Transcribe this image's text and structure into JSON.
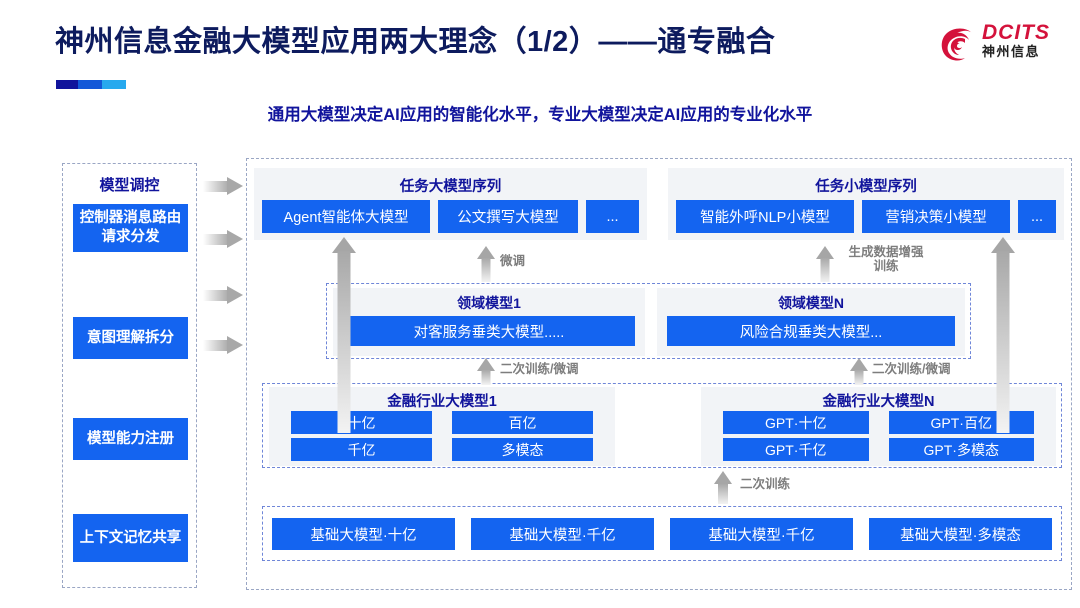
{
  "header": {
    "title": "神州信息金融大模型应用两大理念（1/2）——通专融合",
    "subtitle": "通用大模型决定AI应用的智能化水平，专业大模型决定AI应用的专业化水平",
    "logo": {
      "en": "DCITS",
      "cn": "神州信息",
      "mark": "dcits-swirl-icon",
      "color": "#d4123b"
    }
  },
  "colors": {
    "brand_blue": "#11149c",
    "chip_blue": "#1464f0",
    "panel_gray": "#f2f4f7",
    "arrow_gray": "#a8a8a8",
    "dashed_border": "#6f86d8"
  },
  "sidebar": {
    "title": "模型调控",
    "items": [
      {
        "label": "控制器消息路由请求分发"
      },
      {
        "label": "意图理解拆分"
      },
      {
        "label": "模型能力注册"
      },
      {
        "label": "上下文记忆共享"
      }
    ],
    "connector_icons": [
      "arrow-right-icon",
      "arrow-right-icon",
      "arrow-right-icon",
      "arrow-right-icon"
    ]
  },
  "task_sequences": [
    {
      "title": "任务大模型序列",
      "chips": [
        "Agent智能体大模型",
        "公文撰写大模型",
        "..."
      ]
    },
    {
      "title": "任务小模型序列",
      "chips": [
        "智能外呼NLP小模型",
        "营销决策小模型",
        "..."
      ]
    }
  ],
  "domain_models": [
    {
      "title": "领域模型1",
      "chip": "对客服务垂类大模型....."
    },
    {
      "title": "领域模型N",
      "chip": "风险合规垂类大模型..."
    }
  ],
  "industry_models": [
    {
      "title": "金融行业大模型1",
      "cells": [
        "十亿",
        "百亿",
        "千亿",
        "多模态"
      ]
    },
    {
      "title": "金融行业大模型N",
      "cells": [
        "GPT·十亿",
        "GPT·百亿",
        "GPT·千亿",
        "GPT·多模态"
      ]
    }
  ],
  "base_models": {
    "chips": [
      "基础大模型·十亿",
      "基础大模型·千亿",
      "基础大模型·千亿",
      "基础大模型·多模态"
    ]
  },
  "arrow_labels": {
    "fine_tune": "微调",
    "gen_data_aug": "生成数据增强\n训练",
    "gen_data_aug_line1": "生成数据增强",
    "gen_data_aug_line2": "训练",
    "retrain_finetune_left": "二次训练/微调",
    "retrain_finetune_right": "二次训练/微调",
    "retrain": "二次训练"
  }
}
